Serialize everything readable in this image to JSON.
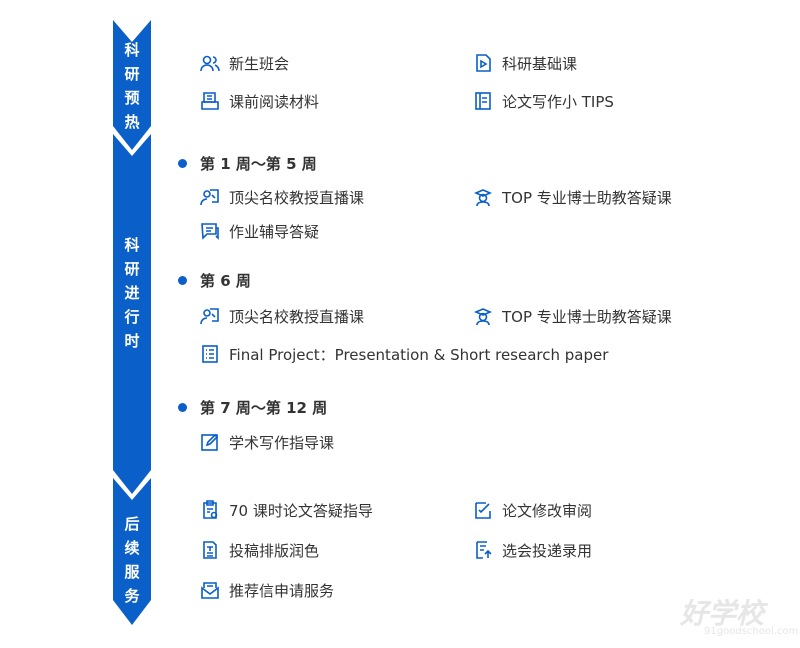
{
  "colors": {
    "accent": "#0a5fc8",
    "text": "#333333"
  },
  "stages": [
    {
      "label": [
        "科",
        "研",
        "预",
        "热"
      ]
    },
    {
      "label": [
        "科",
        "研",
        "进",
        "行",
        "时"
      ]
    },
    {
      "label": [
        "后",
        "续",
        "服",
        "务"
      ]
    }
  ],
  "warmup": {
    "items": [
      {
        "icon": "users-icon",
        "label": "新生班会"
      },
      {
        "icon": "video-play-icon",
        "label": "科研基础课"
      },
      {
        "icon": "reading-icon",
        "label": "课前阅读材料"
      },
      {
        "icon": "notebook-icon",
        "label": "论文写作小 TIPS"
      }
    ]
  },
  "progress": {
    "weeks": [
      {
        "title": "第 1 周～第 5 周",
        "items": [
          {
            "icon": "lecture-icon",
            "label": "顶尖名校教授直播课"
          },
          {
            "icon": "tutor-icon",
            "label": "TOP 专业博士助教答疑课"
          },
          {
            "icon": "chat-icon",
            "label": "作业辅导答疑"
          }
        ]
      },
      {
        "title": "第 6 周",
        "items": [
          {
            "icon": "lecture-icon",
            "label": "顶尖名校教授直播课"
          },
          {
            "icon": "tutor-icon",
            "label": "TOP 专业博士助教答疑课"
          },
          {
            "icon": "list-icon",
            "label": "Final Project：Presentation & Short research paper"
          }
        ]
      },
      {
        "title": "第 7 周～第 12 周",
        "items": [
          {
            "icon": "edit-icon",
            "label": "学术写作指导课"
          }
        ]
      }
    ]
  },
  "followup": {
    "items": [
      {
        "icon": "clipboard-icon",
        "label": "70 课时论文答疑指导"
      },
      {
        "icon": "check-edit-icon",
        "label": "论文修改审阅"
      },
      {
        "icon": "document-icon",
        "label": "投稿排版润色"
      },
      {
        "icon": "upload-doc-icon",
        "label": "选会投递录用"
      },
      {
        "icon": "envelope-icon",
        "label": "推荐信申请服务"
      }
    ]
  },
  "watermark": {
    "brand": "好学校",
    "url": "91goodschool.com"
  }
}
